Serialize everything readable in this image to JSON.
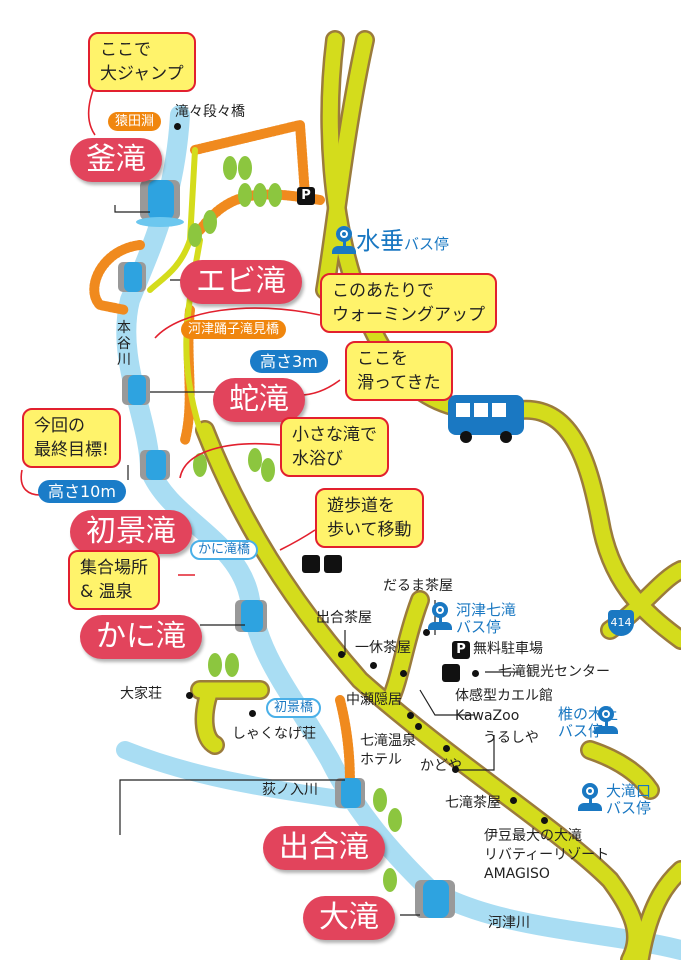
{
  "waterfalls": [
    {
      "id": "kamadaru",
      "name": "釜滝"
    },
    {
      "id": "ebidaru",
      "name": "エビ滝"
    },
    {
      "id": "hebidaru",
      "name": "蛇滝"
    },
    {
      "id": "shokeidaru",
      "name": "初景滝"
    },
    {
      "id": "kanidaru",
      "name": "かに滝"
    },
    {
      "id": "deaidaru",
      "name": "出合滝"
    },
    {
      "id": "odaru",
      "name": "大滝"
    }
  ],
  "callouts": {
    "jump": [
      "ここで",
      "大ジャンプ"
    ],
    "warmup": [
      "このあたりで",
      "ウォーミングアップ"
    ],
    "slide": [
      "ここを",
      "滑ってきた"
    ],
    "goal": [
      "今回の",
      "最終目標!"
    ],
    "bath": [
      "小さな滝で",
      "水浴び"
    ],
    "walk": [
      "遊歩道を",
      "歩いて移動"
    ],
    "meet": [
      "集合場所",
      "& 温泉"
    ]
  },
  "heights": {
    "hebi": "高さ3m",
    "shokei": "高さ10m"
  },
  "orange_labels": {
    "sarutabuchi": "猿田淵",
    "odoriko_bridge": "河津踊子滝見橋"
  },
  "bridges": {
    "kani": "かに滝橋",
    "shokei": "初景橋"
  },
  "rivers": {
    "hontani": "本谷川",
    "oginoiri": "荻ノ入川",
    "kawazu": "河津川"
  },
  "places": {
    "taki_bridge": "滝々段々橋",
    "daruma": "だるま茶屋",
    "deai_chaya": "出合茶屋",
    "ikkyu": "一休茶屋",
    "parking_free": "無料駐車場",
    "kanko_center": "七滝観光センター",
    "nakase": "中瀬隠居",
    "kawazoo_1": "体感型カエル館",
    "kawazoo_2": "KawaZoo",
    "urushiya": "うるしや",
    "onsen_hotel_1": "七滝温泉",
    "onsen_hotel_2": "ホテル",
    "kadoya": "かどや",
    "nanadaru_chaya": "七滝茶屋",
    "amagiso_1": "伊豆最大の大滝",
    "amagiso_2": "リバティーリゾート",
    "amagiso_3": "AMAGISO",
    "taikaso": "大家荘",
    "shakunage": "しゃくなげ荘"
  },
  "bus_stops": {
    "mizutare": {
      "name": "水垂",
      "suffix": "バス停"
    },
    "nanadaru": [
      "河津七滝",
      "バス停"
    ],
    "shiinoki": [
      "椎の木上",
      "バス停"
    ],
    "odaruguchi": [
      "大滝口",
      "バス停"
    ]
  },
  "route_number": "414",
  "parking_symbol": "P",
  "colors": {
    "road": "#d4dc1c",
    "road_edge": "#9b7b3c",
    "river": "#a9ddf3",
    "label_red": "#e2445c",
    "callout": "#fff36b",
    "bus_blue": "#1a78c2"
  }
}
